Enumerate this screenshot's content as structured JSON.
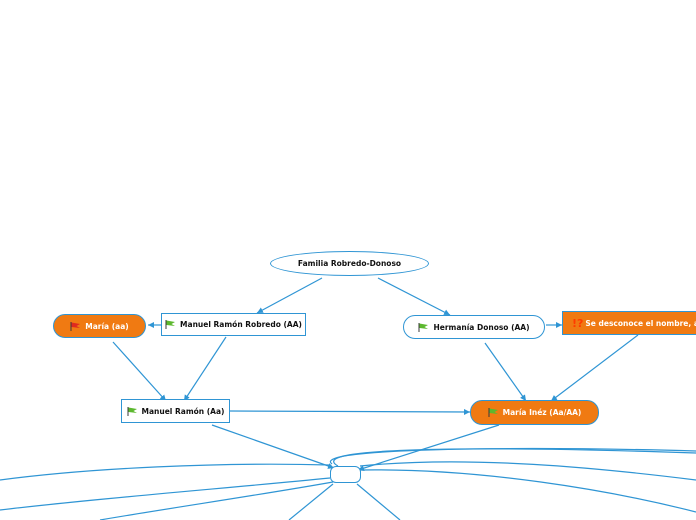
{
  "colors": {
    "connector": "#2f95d4",
    "orange_fill": "#f07a12",
    "flag_green": "#5cb82e",
    "flag_red": "#e02a1f",
    "warn_red": "#ff3b00"
  },
  "nodes": {
    "root": {
      "label": "Familia Robredo-Donoso"
    },
    "maria": {
      "label": "María (aa)",
      "icon": "red-flag-icon"
    },
    "manuel_robredo": {
      "label": "Manuel Ramón Robredo (AA)",
      "icon": "green-flag-icon"
    },
    "hermania": {
      "label": "Hermanía Donoso (AA)",
      "icon": "green-flag-icon"
    },
    "unknown": {
      "label": "Se desconoce el nombre, apo",
      "icon": "exclamation-question-icon"
    },
    "manuel_ramon": {
      "label": "Manuel Ramón (Aa)",
      "icon": "green-flag-icon"
    },
    "maria_inez": {
      "label": "María Inéz (Aa/AA)",
      "icon": "green-flag-icon"
    },
    "hub": {
      "label": ""
    }
  }
}
